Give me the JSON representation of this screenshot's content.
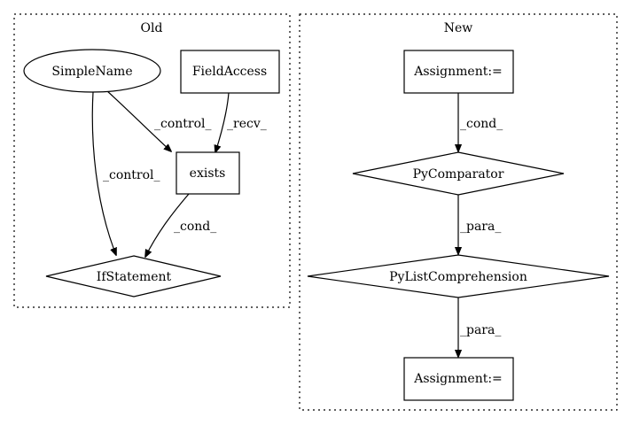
{
  "clusters": {
    "old": {
      "label": "Old"
    },
    "new": {
      "label": "New"
    }
  },
  "nodes": {
    "simplename": "SimpleName",
    "fieldaccess": "FieldAccess",
    "exists": "exists",
    "ifstatement": "IfStatement",
    "assign_top": "Assignment:=",
    "pycomparator": "PyComparator",
    "pylistcomp": "PyListComprehension",
    "assign_bottom": "Assignment:="
  },
  "edges": {
    "simplename_exists": "_control_",
    "fieldaccess_exists": "_recv_",
    "simplename_if": "_control_",
    "exists_if": "_cond_",
    "assign_pycomp": "_cond_",
    "pycomp_pylist": "_para_",
    "pylist_assign": "_para_"
  }
}
